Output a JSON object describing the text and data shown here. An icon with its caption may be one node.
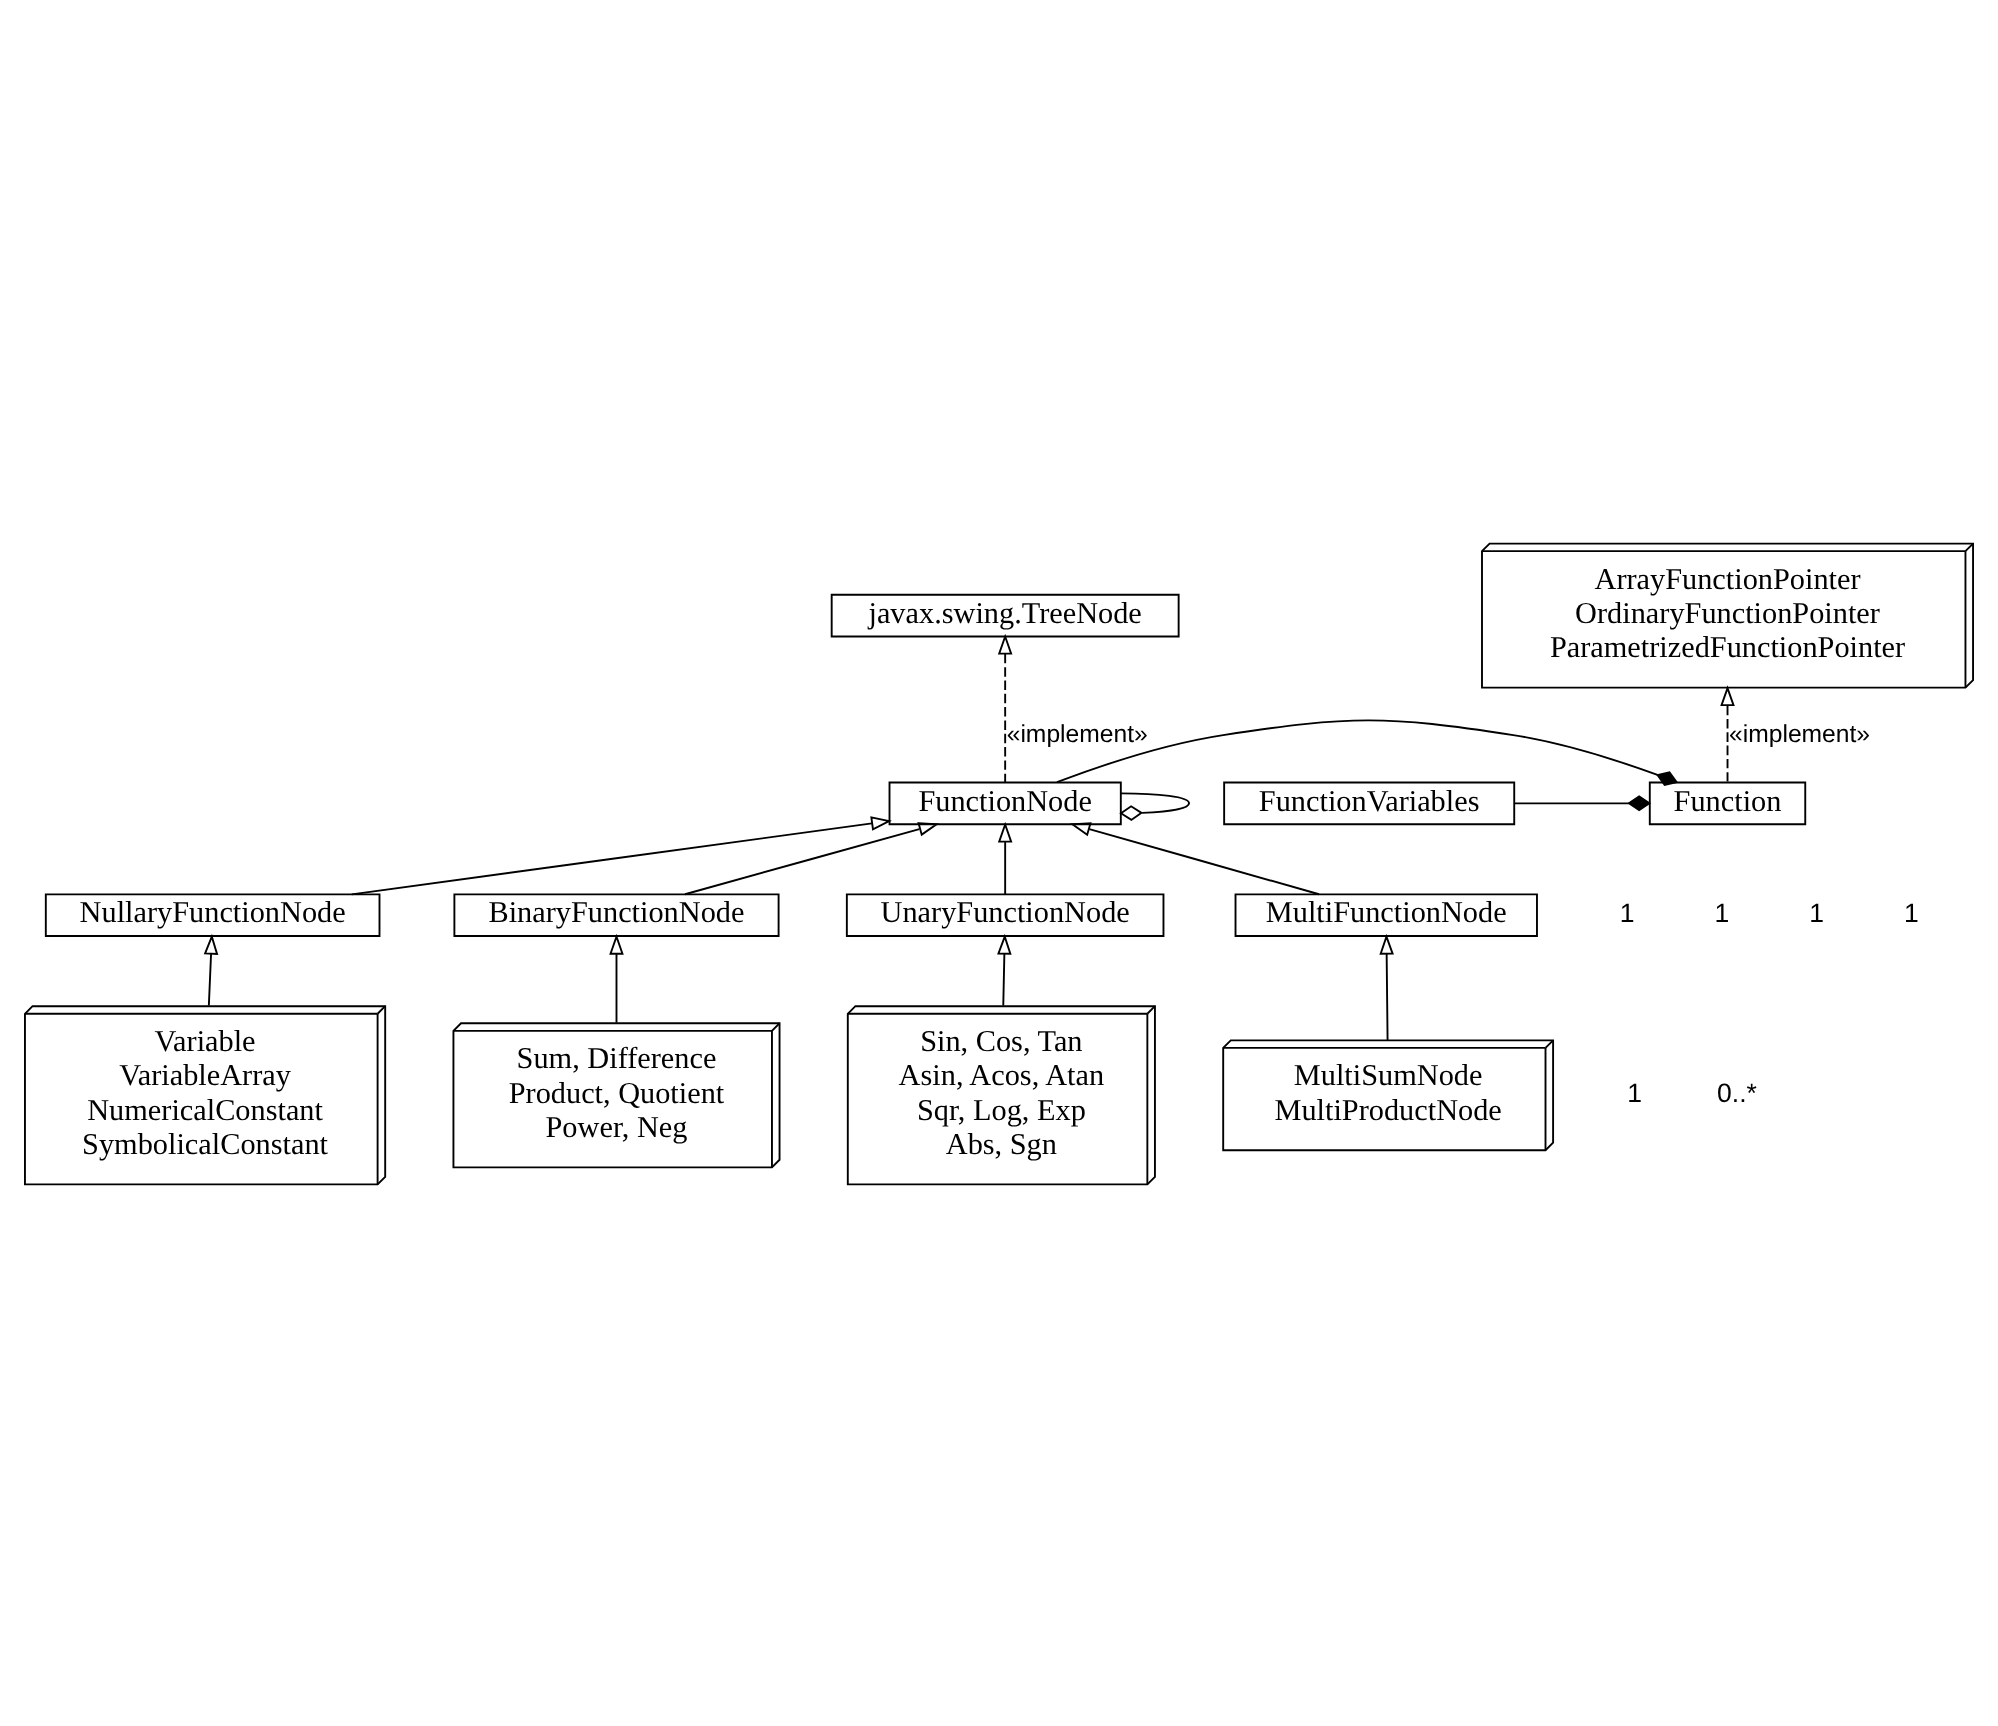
{
  "diagram": {
    "nodes": [
      {
        "text": [
          "javax.swing.TreeNode"
        ]
      },
      {
        "text": [
          "ArrayFunctionPointer",
          "OrdinaryFunctionPointer",
          "ParametrizedFunctionPointer"
        ]
      },
      {
        "text": [
          "FunctionNode"
        ]
      },
      {
        "text": [
          "Function"
        ]
      },
      {
        "text": [
          "FunctionVariables"
        ]
      },
      {
        "text": [
          "NullaryFunctionNode"
        ]
      },
      {
        "text": [
          "BinaryFunctionNode"
        ]
      },
      {
        "text": [
          "Variable",
          "VariableArray",
          "NumericalConstant",
          "SymbolicalConstant"
        ]
      },
      {
        "text": [
          "Sum, Difference",
          "Product, Quotient",
          "Power, Neg"
        ]
      },
      {
        "text": [
          "UnaryFunctionNode"
        ]
      },
      {
        "text": [
          "MultiFunctionNode"
        ]
      },
      {
        "text": [
          "Sin, Cos, Tan",
          "Asin, Acos, Atan",
          "Sqr, Log, Exp",
          "Abs, Sgn"
        ]
      },
      {
        "text": [
          "MultiSumNode",
          "MultiProductNode"
        ]
      }
    ],
    "edges": [
      {
        "from": 2,
        "to": 0,
        "arrow": "to",
        "style": "dashed",
        "label": "«implement»"
      },
      {
        "from": 3,
        "to": 1,
        "arrow": "to",
        "style": "dashed",
        "label": "«implement»"
      },
      {
        "from": 2,
        "to": 3,
        "arrow": "other"
      },
      {
        "from": 4,
        "to": 3,
        "arrow": "other"
      },
      {
        "from": 2,
        "to": 2,
        "arrow": "other"
      },
      {
        "from": 5,
        "to": 2,
        "arrow": "to"
      },
      {
        "from": 6,
        "to": 2,
        "arrow": "to"
      },
      {
        "from": 9,
        "to": 2,
        "arrow": "to"
      },
      {
        "from": 10,
        "to": 2,
        "arrow": "to"
      },
      {
        "from": 7,
        "to": 5,
        "arrow": "to"
      },
      {
        "from": 8,
        "to": 6,
        "arrow": "to"
      },
      {
        "from": 11,
        "to": 9,
        "arrow": "to"
      },
      {
        "from": 12,
        "to": 10,
        "arrow": "to"
      }
    ],
    "labels": [
      "1",
      "1",
      "1",
      "1",
      "1",
      "0..*"
    ]
  }
}
